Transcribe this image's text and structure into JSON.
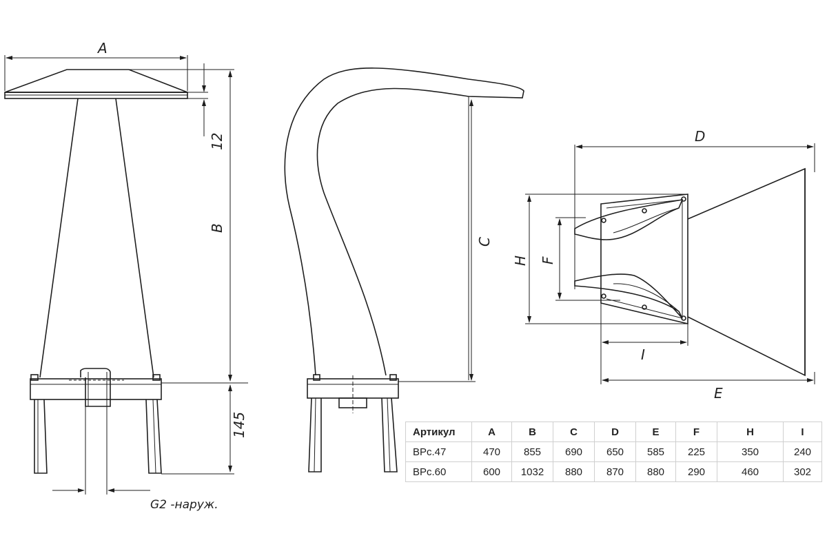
{
  "dimension_labels": {
    "a": "A",
    "b": "B",
    "c": "C",
    "d": "D",
    "e": "E",
    "f": "F",
    "h": "H",
    "i": "I",
    "dim_12": "12",
    "dim_145": "145"
  },
  "thread_note": "G2 -наруж.",
  "table": {
    "headers": [
      "Артикул",
      "A",
      "B",
      "C",
      "D",
      "E",
      "F",
      "H",
      "I"
    ],
    "rows": [
      [
        "BPc.47",
        "470",
        "855",
        "690",
        "650",
        "585",
        "225",
        "350",
        "240"
      ],
      [
        "BPc.60",
        "600",
        "1032",
        "880",
        "870",
        "880",
        "290",
        "460",
        "302"
      ]
    ]
  }
}
